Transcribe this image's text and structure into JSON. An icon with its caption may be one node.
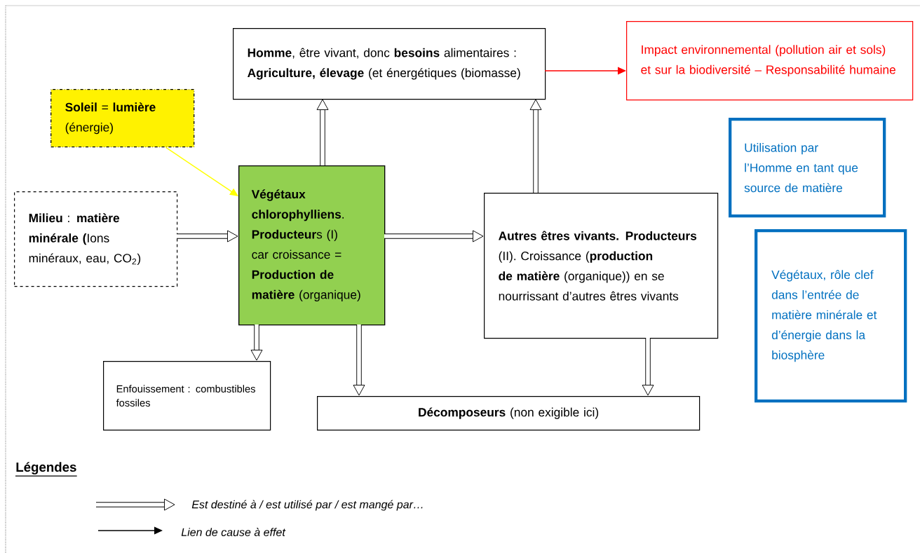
{
  "diagram": {
    "nodes": [
      {
        "text": [
          "**Homme**, être vivant, donc **besoins** alimentaires : **Agriculture, élevage** (et énergétiques (biomasse)"
        ]
      },
      {
        "text": [
          "Impact environnemental (pollution air et sols) et sur la biodiversité – Responsabilité humaine"
        ]
      },
      {
        "text": [
          "**Soleil** = **lumière** (énergie)"
        ]
      },
      {
        "text": [
          "Utilisation par l’Homme en tant que source de matière"
        ]
      },
      {
        "text": [
          "**Milieu** : **matière minérale (**Ions minéraux, eau, CO$_{2}$)"
        ]
      },
      {
        "text": [
          "**Végétaux chlorophylliens**. **Producteur**s (I) car croissance = **Production de matière** (organique)"
        ]
      },
      {
        "text": [
          "**Autres êtres vivants. Producteurs** (II). Croissance (**production de matière** (organique)) en se nourrissant d’autres êtres vivants"
        ]
      },
      {
        "text": [
          "Végétaux, rôle clef dans l’entrée de matière minérale et d’énergie dans la biosphère"
        ]
      },
      {
        "text": [
          "Enfouissement : combustibles fossiles"
        ]
      },
      {
        "text": [
          "**Décomposeurs** (non exigible ici)"
        ]
      }
    ],
    "edges": [
      {
        "from": 5,
        "to": 0,
        "arrow": "to"
      },
      {
        "from": 6,
        "to": 0,
        "arrow": "to"
      },
      {
        "from": 0,
        "to": 1,
        "arrow": "to",
        "color": "#ff0000"
      },
      {
        "from": 2,
        "to": 5,
        "arrow": "to",
        "color": "#ffff00"
      },
      {
        "from": 4,
        "to": 5,
        "arrow": "to"
      },
      {
        "from": 5,
        "to": 6,
        "arrow": "to"
      },
      {
        "from": 5,
        "to": 8,
        "arrow": "to"
      },
      {
        "from": 5,
        "to": 9,
        "arrow": "to"
      },
      {
        "from": 6,
        "to": 9,
        "arrow": "to"
      }
    ],
    "labels": [
      "Légendes"
    ],
    "legend": [
      {
        "text": "Est destiné à / est utilisé par / est mangé par…"
      },
      {
        "text": "Lien de cause à effet"
      }
    ]
  }
}
